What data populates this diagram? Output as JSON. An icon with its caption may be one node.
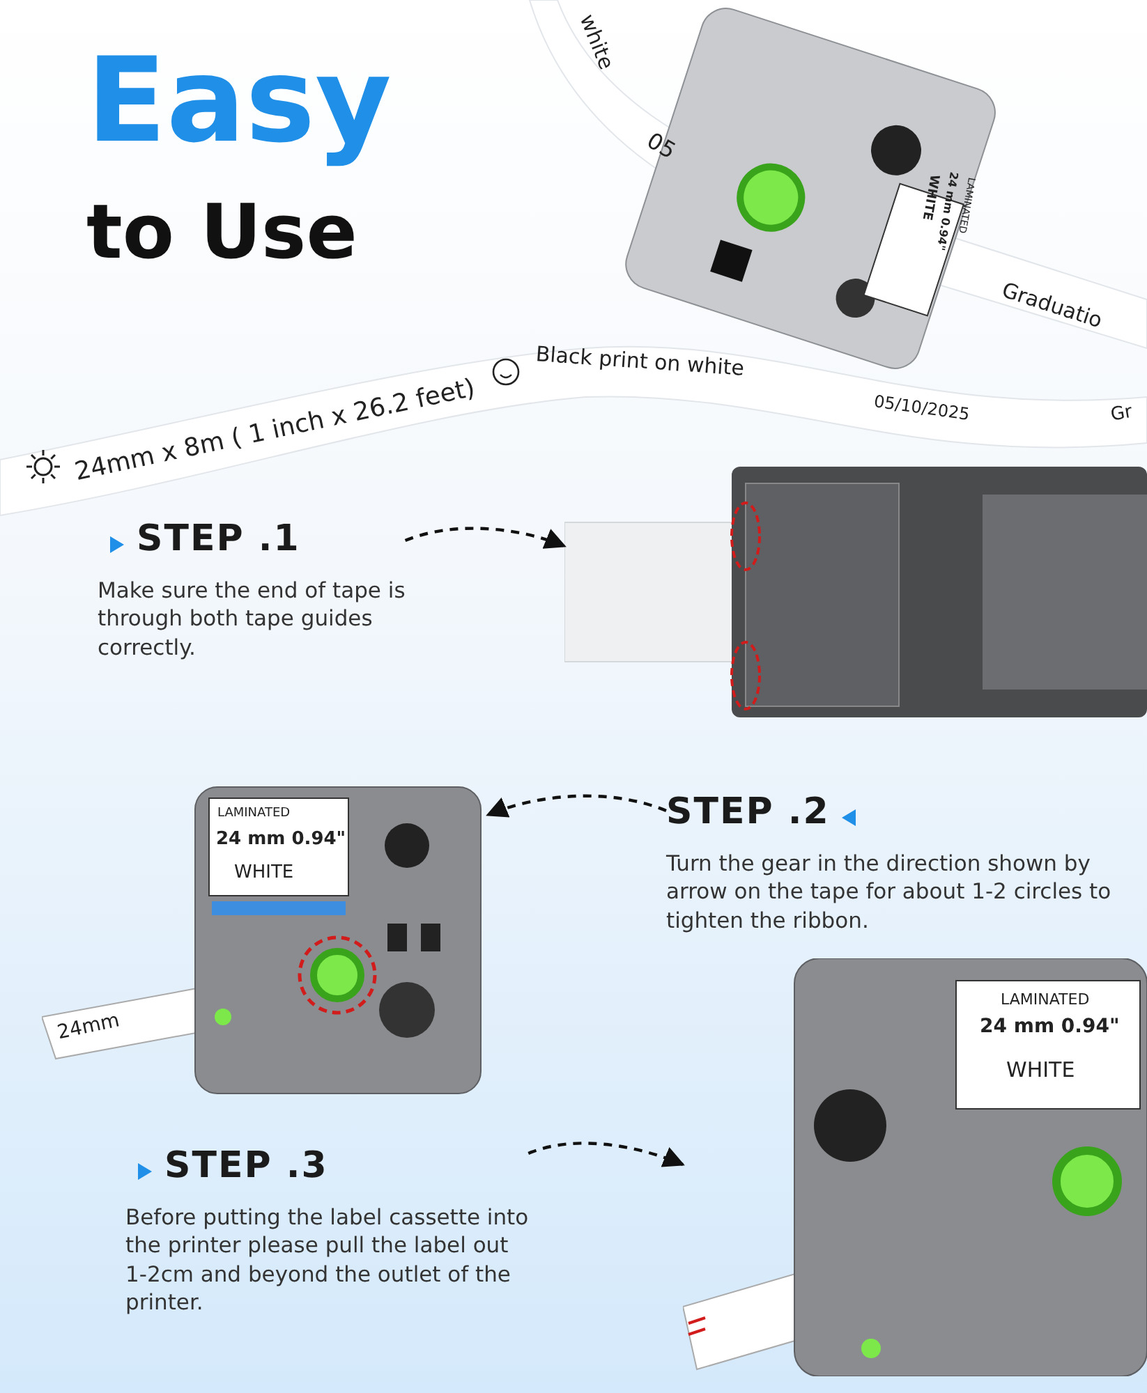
{
  "diagram": {
    "title": "Easy to Use",
    "nodes": [
      {
        "text": [
          "STEP .1",
          "Make sure the end of tape is through both tape guides correctly."
        ]
      },
      {
        "text": [],
        "shape": "picture"
      },
      {
        "text": [
          "STEP .2",
          "Turn the gear in the direction shown by arrow on the tape for about 1-2 circles to tighten the ribbon."
        ]
      },
      {
        "text": [],
        "shape": "picture"
      },
      {
        "text": [
          "STEP .3",
          "Before putting the label cassette into the printer please pull the label out 1-2cm and beyond the outlet of the printer."
        ]
      },
      {
        "text": [],
        "shape": "picture"
      }
    ],
    "edges": [
      {
        "from": 0,
        "to": 1,
        "arrow": "to",
        "style": "dashed"
      },
      {
        "from": 2,
        "to": 3,
        "arrow": "to",
        "style": "dashed"
      },
      {
        "from": 4,
        "to": 5,
        "arrow": "to",
        "style": "dashed"
      }
    ],
    "labels": [
      "white",
      "05",
      "LAMINATED",
      "24 mm 0.94\"",
      "WHITE",
      "Graduatio",
      "Black print on white",
      "05/10/2025",
      "Gr",
      "24mm x 8m ( 1 inch x 26.2 feet)",
      "LAMINATED",
      "24 mm 0.94\"",
      "WHITE",
      "24mm",
      "LAMINATED",
      "24 mm 0.94\"",
      "WHITE"
    ]
  }
}
